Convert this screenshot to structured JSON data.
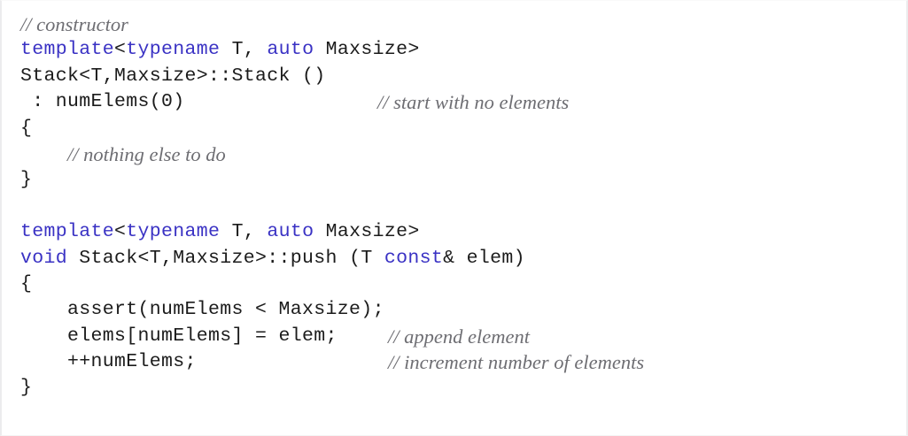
{
  "figure": {
    "name": "cpp-code-listing",
    "language": "C++",
    "background_color": "#ffffff",
    "keyword_color": "#3a32c4",
    "code_color": "#1b1b1b",
    "comment_color": "#6e6e73"
  },
  "lines": [
    {
      "id": "line-1",
      "kind": "comment-only",
      "indent": "",
      "comment": "// constructor"
    },
    {
      "id": "line-2",
      "kind": "code",
      "segments": [
        {
          "t": "template",
          "k": "kw"
        },
        {
          "t": "<",
          "k": "plain"
        },
        {
          "t": "typename",
          "k": "kw"
        },
        {
          "t": " T, ",
          "k": "plain"
        },
        {
          "t": "auto",
          "k": "kw"
        },
        {
          "t": " Maxsize>",
          "k": "plain"
        }
      ]
    },
    {
      "id": "line-3",
      "kind": "code",
      "segments": [
        {
          "t": "Stack<T,Maxsize>::Stack ()",
          "k": "plain"
        }
      ]
    },
    {
      "id": "line-4",
      "kind": "code-with-comment",
      "segments": [
        {
          "t": " : numElems(0)",
          "k": "plain"
        }
      ],
      "comment": "// start with no elements",
      "comment_column": "col-a"
    },
    {
      "id": "line-5",
      "kind": "code",
      "segments": [
        {
          "t": "{",
          "k": "plain"
        }
      ]
    },
    {
      "id": "line-6",
      "kind": "comment-only",
      "indent": "    ",
      "comment": "// nothing else to do"
    },
    {
      "id": "line-7",
      "kind": "code",
      "segments": [
        {
          "t": "}",
          "k": "plain"
        }
      ]
    },
    {
      "id": "line-8",
      "kind": "blank",
      "segments": []
    },
    {
      "id": "line-9",
      "kind": "code",
      "segments": [
        {
          "t": "template",
          "k": "kw"
        },
        {
          "t": "<",
          "k": "plain"
        },
        {
          "t": "typename",
          "k": "kw"
        },
        {
          "t": " T, ",
          "k": "plain"
        },
        {
          "t": "auto",
          "k": "kw"
        },
        {
          "t": " Maxsize>",
          "k": "plain"
        }
      ]
    },
    {
      "id": "line-10",
      "kind": "code",
      "segments": [
        {
          "t": "void",
          "k": "kw"
        },
        {
          "t": " Stack<T,Maxsize>::push (T ",
          "k": "plain"
        },
        {
          "t": "const",
          "k": "kw"
        },
        {
          "t": "& elem)",
          "k": "plain"
        }
      ]
    },
    {
      "id": "line-11",
      "kind": "code",
      "segments": [
        {
          "t": "{",
          "k": "plain"
        }
      ]
    },
    {
      "id": "line-12",
      "kind": "code",
      "segments": [
        {
          "t": "    assert(numElems < Maxsize);",
          "k": "plain"
        }
      ]
    },
    {
      "id": "line-13",
      "kind": "code-with-comment",
      "segments": [
        {
          "t": "    elems[numElems] = elem;",
          "k": "plain"
        }
      ],
      "comment": "// append element",
      "comment_column": "col-b"
    },
    {
      "id": "line-14",
      "kind": "code-with-comment",
      "segments": [
        {
          "t": "    ++numElems;",
          "k": "plain"
        }
      ],
      "comment": "// increment number of elements",
      "comment_column": "col-b"
    },
    {
      "id": "line-15",
      "kind": "code",
      "segments": [
        {
          "t": "}",
          "k": "plain"
        }
      ]
    }
  ]
}
